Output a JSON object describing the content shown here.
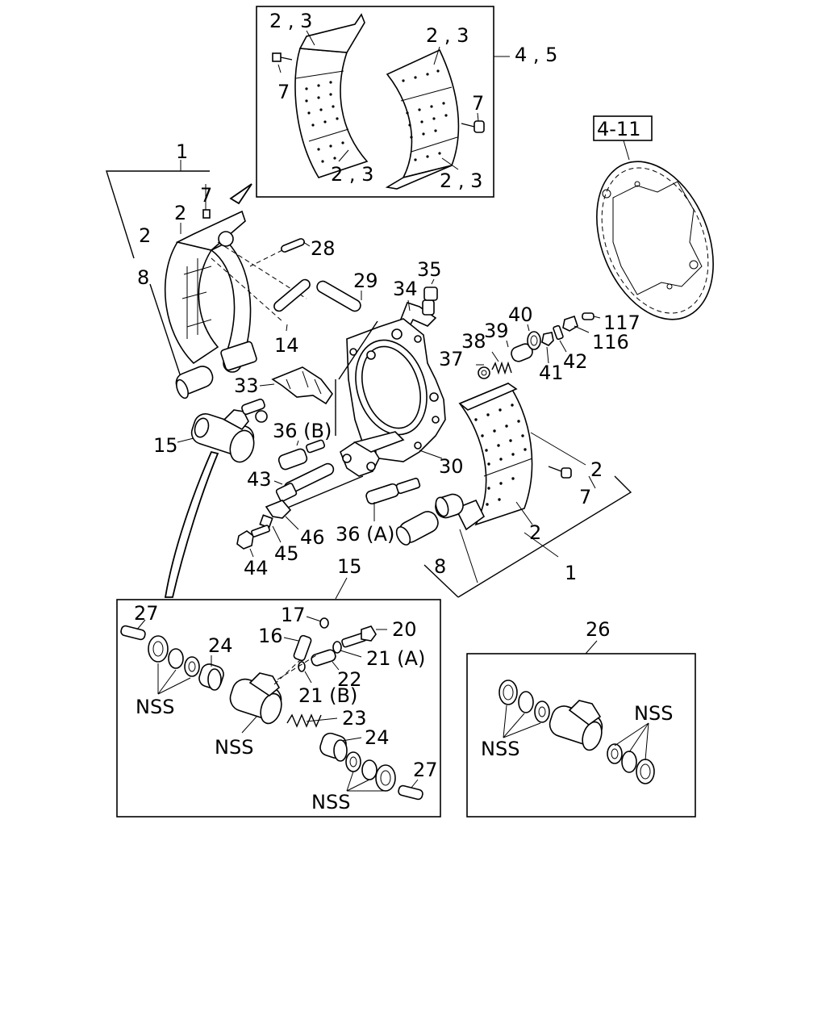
{
  "diagram": {
    "ref_box_label": "4-11",
    "labels": {
      "lining_top_left": "2 , 3",
      "lining_top_right": "2 , 3",
      "lining_bottom_left": "2 , 3",
      "lining_bottom_right": "2 , 3",
      "lining_kit": "4 , 5",
      "rivet_top_left": "7",
      "rivet_top_right": "7",
      "left_shoe_assy": "1",
      "left_shoe_7": "7",
      "left_shoe_2a": "2",
      "left_shoe_2b": "2",
      "left_shoe_8": "8",
      "p28": "28",
      "p29": "29",
      "p34": "34",
      "p35": "35",
      "p14": "14",
      "p33": "33",
      "p36b": "36 (B)",
      "p15": "15",
      "p30": "30",
      "p37": "37",
      "p38": "38",
      "p39": "39",
      "p40": "40",
      "p41": "41",
      "p42": "42",
      "p116": "116",
      "p117": "117",
      "right_shoe_2a": "2",
      "right_shoe_7": "7",
      "right_shoe_2b": "2",
      "right_shoe_1": "1",
      "right_shoe_8": "8",
      "p43": "43",
      "p36a": "36 (A)",
      "p46": "46",
      "p45": "45",
      "p44": "44",
      "cylinder_15": "15",
      "cyl_27a": "27",
      "cyl_24a": "24",
      "cyl_17": "17",
      "cyl_16": "16",
      "cyl_20": "20",
      "cyl_21a": "21 (A)",
      "cyl_22": "22",
      "cyl_21b": "21 (B)",
      "cyl_23": "23",
      "cyl_24b": "24",
      "cyl_27b": "27",
      "cyl_nss_a": "NSS",
      "cyl_nss_b": "NSS",
      "cyl_nss_c": "NSS",
      "kit_26": "26",
      "kit_nss_a": "NSS",
      "kit_nss_b": "NSS"
    }
  }
}
